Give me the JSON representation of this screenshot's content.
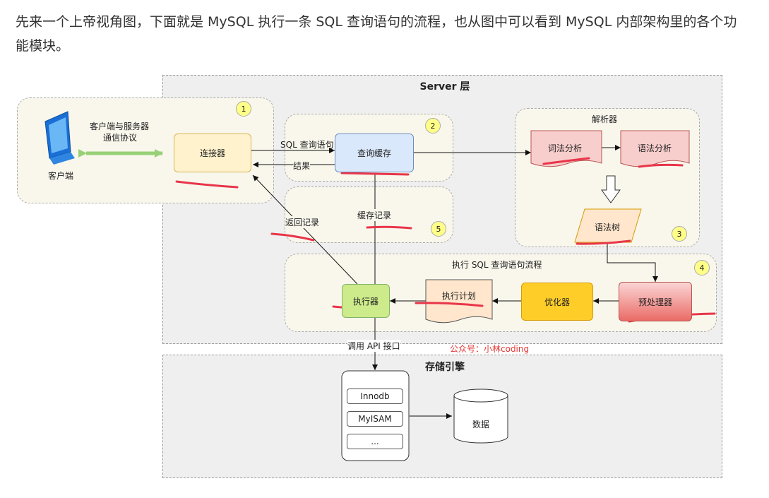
{
  "intro_text": "先来一个上帝视角图，下面就是 MySQL 执行一条 SQL 查询语句的流程，也从图中可以看到 MySQL 内部架构里的各个功能模块。",
  "server_title": "Server 层",
  "storage_title": "存储引擎",
  "client": {
    "label": "客户端",
    "protocol_line1": "客户端与服务器",
    "protocol_line2": "通信协议"
  },
  "nodes": {
    "connector": "连接器",
    "query_cache": "查询缓存",
    "parser_title": "解析器",
    "lexical": "词法分析",
    "syntax": "语法分析",
    "syntax_tree": "语法树",
    "exec_flow_title": "执行 SQL 查询语句流程",
    "executor": "执行器",
    "exec_plan": "执行计划",
    "optimizer": "优化器",
    "preprocessor": "预处理器"
  },
  "edges": {
    "sql_query": "SQL 查询语句",
    "result": "结果",
    "cache_record": "缓存记录",
    "return_record": "返回记录",
    "call_api": "调用 API 接口"
  },
  "badges": [
    "1",
    "2",
    "3",
    "4",
    "5"
  ],
  "engines": [
    "Innodb",
    "MyISAM",
    "..."
  ],
  "data_store": "数据",
  "watermark": "公众号：小林coding",
  "colors": {
    "highlight": "#e8354a",
    "connector": "#fff2cc",
    "query_cache": "#dae8fc",
    "doc": "#f8cecc",
    "tree": "#ffe6cc",
    "executor": "#d5e8d4",
    "optimizer": "#ffcd28",
    "preprocessor": "#f08080"
  }
}
